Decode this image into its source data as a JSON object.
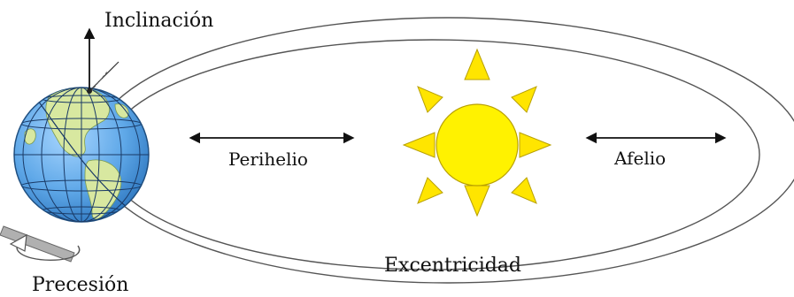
{
  "labels": {
    "inclinacion": "Inclinación",
    "perihelio": "Perihelio",
    "afelio": "Afelio",
    "excentricidad": "Excentricidad",
    "precesion": "Precesión"
  },
  "colors": {
    "sun_fill": "#FFF200",
    "sun_ray": "#FFE500",
    "sun_stroke": "#B8A000",
    "ocean": "#5FA8E8",
    "land": "#D8E8A0",
    "orbit": "#555555",
    "arrow": "#111111"
  },
  "icons": {
    "earth": "earth-globe-icon",
    "sun": "sun-icon",
    "precession": "precession-arrow-icon"
  }
}
